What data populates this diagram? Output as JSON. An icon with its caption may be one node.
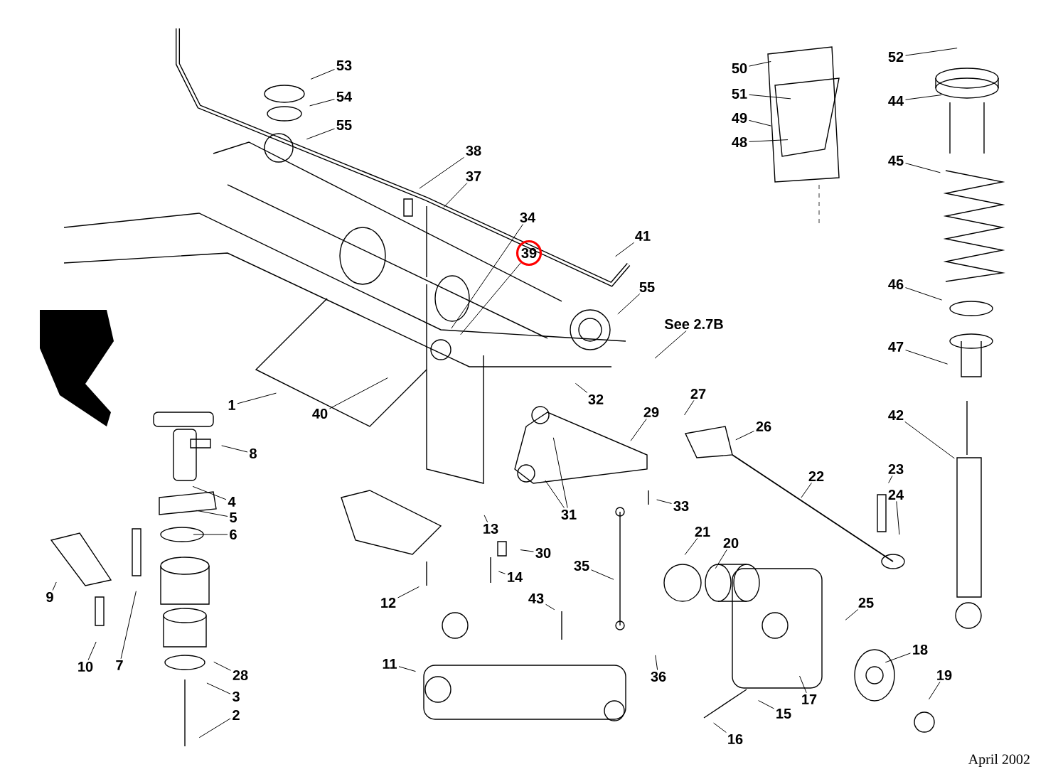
{
  "diagram": {
    "nodes": [
      {
        "text": [
          "53"
        ]
      },
      {
        "text": [
          "54"
        ]
      },
      {
        "text": [
          "55"
        ]
      },
      {
        "text": [
          "38"
        ]
      },
      {
        "text": [
          "37"
        ]
      },
      {
        "text": [
          "34"
        ]
      },
      {
        "text": [
          "39"
        ]
      },
      {
        "text": [
          "41"
        ]
      },
      {
        "text": [
          "55"
        ]
      },
      {
        "text": [
          "See 2.7B"
        ]
      },
      {
        "text": [
          "50"
        ]
      },
      {
        "text": [
          "51"
        ]
      },
      {
        "text": [
          "49"
        ]
      },
      {
        "text": [
          "48"
        ]
      },
      {
        "text": [
          "52"
        ]
      },
      {
        "text": [
          "44"
        ]
      },
      {
        "text": [
          "45"
        ]
      },
      {
        "text": [
          "46"
        ]
      },
      {
        "text": [
          "47"
        ]
      },
      {
        "text": [
          "42"
        ]
      },
      {
        "text": [
          "40"
        ]
      },
      {
        "text": [
          "1"
        ]
      },
      {
        "text": [
          "32"
        ]
      },
      {
        "text": [
          "27"
        ]
      },
      {
        "text": [
          "29"
        ]
      },
      {
        "text": [
          "26"
        ]
      },
      {
        "text": [
          "8"
        ]
      },
      {
        "text": [
          "23"
        ]
      },
      {
        "text": [
          "22"
        ]
      },
      {
        "text": [
          "24"
        ]
      },
      {
        "text": [
          "4"
        ]
      },
      {
        "text": [
          "5"
        ]
      },
      {
        "text": [
          "13"
        ]
      },
      {
        "text": [
          "33"
        ]
      },
      {
        "text": [
          "31"
        ]
      },
      {
        "text": [
          "6"
        ]
      },
      {
        "text": [
          "21"
        ]
      },
      {
        "text": [
          "20"
        ]
      },
      {
        "text": [
          "30"
        ]
      },
      {
        "text": [
          "35"
        ]
      },
      {
        "text": [
          "14"
        ]
      },
      {
        "text": [
          "9"
        ]
      },
      {
        "text": [
          "12"
        ]
      },
      {
        "text": [
          "43"
        ]
      },
      {
        "text": [
          "25"
        ]
      },
      {
        "text": [
          "18"
        ]
      },
      {
        "text": [
          "11"
        ]
      },
      {
        "text": [
          "10"
        ]
      },
      {
        "text": [
          "7"
        ]
      },
      {
        "text": [
          "28"
        ]
      },
      {
        "text": [
          "36"
        ]
      },
      {
        "text": [
          "19"
        ]
      },
      {
        "text": [
          "3"
        ]
      },
      {
        "text": [
          "17"
        ]
      },
      {
        "text": [
          "15"
        ]
      },
      {
        "text": [
          "2"
        ]
      },
      {
        "text": [
          "16"
        ]
      }
    ],
    "edges": [
      {
        "from": 0,
        "to": null,
        "arrow": "none"
      },
      {
        "from": 1,
        "to": null,
        "arrow": "none"
      },
      {
        "from": 2,
        "to": null,
        "arrow": "none"
      },
      {
        "from": 3,
        "to": null,
        "arrow": "none"
      },
      {
        "from": 4,
        "to": null,
        "arrow": "none"
      },
      {
        "from": 5,
        "to": null,
        "arrow": "none"
      },
      {
        "from": 6,
        "to": null,
        "arrow": "none"
      },
      {
        "from": 7,
        "to": null,
        "arrow": "none"
      },
      {
        "from": 8,
        "to": null,
        "arrow": "none"
      },
      {
        "from": 9,
        "to": null,
        "arrow": "none"
      },
      {
        "from": 10,
        "to": null,
        "arrow": "none"
      },
      {
        "from": 11,
        "to": null,
        "arrow": "none"
      },
      {
        "from": 12,
        "to": null,
        "arrow": "none"
      },
      {
        "from": 13,
        "to": null,
        "arrow": "none"
      },
      {
        "from": 14,
        "to": null,
        "arrow": "none"
      },
      {
        "from": 15,
        "to": null,
        "arrow": "none"
      },
      {
        "from": 16,
        "to": null,
        "arrow": "none"
      },
      {
        "from": 17,
        "to": null,
        "arrow": "none"
      },
      {
        "from": 18,
        "to": null,
        "arrow": "none"
      },
      {
        "from": 19,
        "to": null,
        "arrow": "none"
      },
      {
        "from": 20,
        "to": null,
        "arrow": "none"
      },
      {
        "from": 21,
        "to": null,
        "arrow": "none"
      },
      {
        "from": 22,
        "to": null,
        "arrow": "none"
      },
      {
        "from": 23,
        "to": null,
        "arrow": "none"
      },
      {
        "from": 24,
        "to": null,
        "arrow": "none"
      },
      {
        "from": 25,
        "to": null,
        "arrow": "none"
      },
      {
        "from": 26,
        "to": null,
        "arrow": "none"
      },
      {
        "from": 27,
        "to": null,
        "arrow": "none"
      },
      {
        "from": 28,
        "to": null,
        "arrow": "none"
      },
      {
        "from": 29,
        "to": null,
        "arrow": "none"
      },
      {
        "from": 30,
        "to": null,
        "arrow": "none"
      },
      {
        "from": 31,
        "to": null,
        "arrow": "none"
      },
      {
        "from": 32,
        "to": null,
        "arrow": "none"
      },
      {
        "from": 33,
        "to": null,
        "arrow": "none"
      },
      {
        "from": 34,
        "to": null,
        "arrow": "none"
      },
      {
        "from": 34,
        "to": null,
        "arrow": "none"
      },
      {
        "from": 35,
        "to": null,
        "arrow": "none"
      },
      {
        "from": 36,
        "to": null,
        "arrow": "none"
      },
      {
        "from": 37,
        "to": null,
        "arrow": "none"
      },
      {
        "from": 38,
        "to": null,
        "arrow": "none"
      },
      {
        "from": 39,
        "to": null,
        "arrow": "none"
      },
      {
        "from": 40,
        "to": null,
        "arrow": "none"
      },
      {
        "from": 41,
        "to": null,
        "arrow": "none"
      },
      {
        "from": 42,
        "to": null,
        "arrow": "none"
      },
      {
        "from": 43,
        "to": null,
        "arrow": "none"
      },
      {
        "from": 44,
        "to": null,
        "arrow": "none"
      },
      {
        "from": 45,
        "to": null,
        "arrow": "none"
      },
      {
        "from": 46,
        "to": null,
        "arrow": "none"
      },
      {
        "from": 47,
        "to": null,
        "arrow": "none"
      },
      {
        "from": 48,
        "to": null,
        "arrow": "none"
      },
      {
        "from": 49,
        "to": null,
        "arrow": "none"
      },
      {
        "from": 50,
        "to": null,
        "arrow": "none"
      },
      {
        "from": 51,
        "to": null,
        "arrow": "none"
      },
      {
        "from": 52,
        "to": null,
        "arrow": "none"
      },
      {
        "from": 53,
        "to": null,
        "arrow": "none"
      },
      {
        "from": 54,
        "to": null,
        "arrow": "none"
      },
      {
        "from": 55,
        "to": null,
        "arrow": "none"
      },
      {
        "from": 56,
        "to": null,
        "arrow": "none"
      }
    ],
    "labels": [
      "April 2002"
    ]
  }
}
